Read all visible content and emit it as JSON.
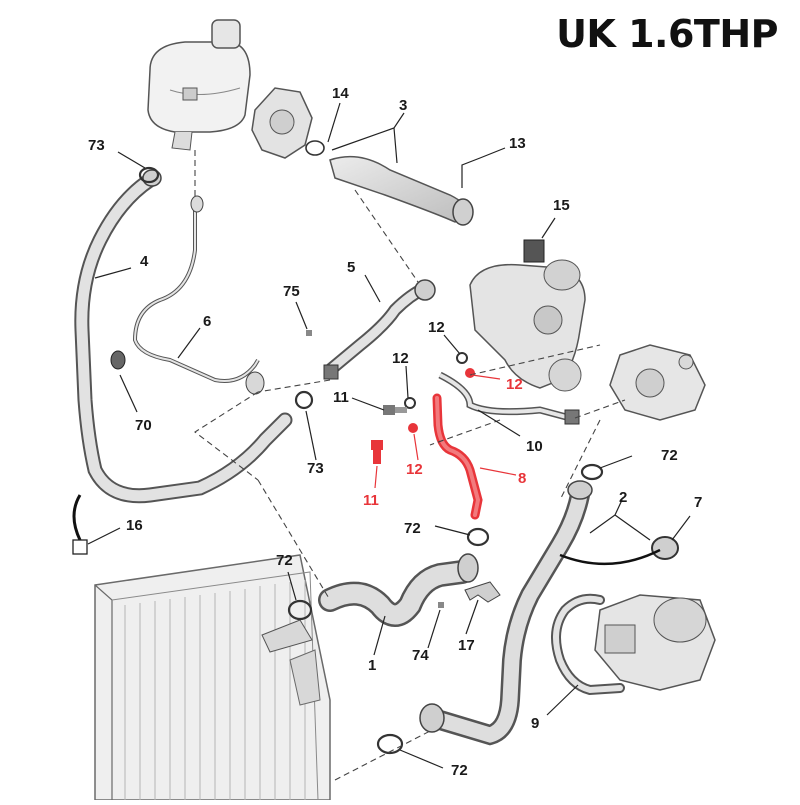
{
  "title": "UK 1.6THP",
  "colors": {
    "highlight": "#e8353a",
    "ink": "#1a1a1a",
    "part": "#d8d8d8",
    "part_dark": "#9a9a9a"
  },
  "callouts": {
    "c73a": "73",
    "c14": "14",
    "c3": "3",
    "c13": "13",
    "c15": "15",
    "c4": "4",
    "c5": "5",
    "c75": "75",
    "c6": "6",
    "c12a": "12",
    "c12b": "12",
    "c12red1": "12",
    "c11": "11",
    "c10": "10",
    "c70": "70",
    "c73b": "73",
    "c11red": "11",
    "c12red2": "12",
    "c8red": "8",
    "c72a": "72",
    "c2": "2",
    "c7": "7",
    "c16": "16",
    "c72b": "72",
    "c72c": "72",
    "c1": "1",
    "c74": "74",
    "c17": "17",
    "c9": "9",
    "c72d": "72"
  }
}
